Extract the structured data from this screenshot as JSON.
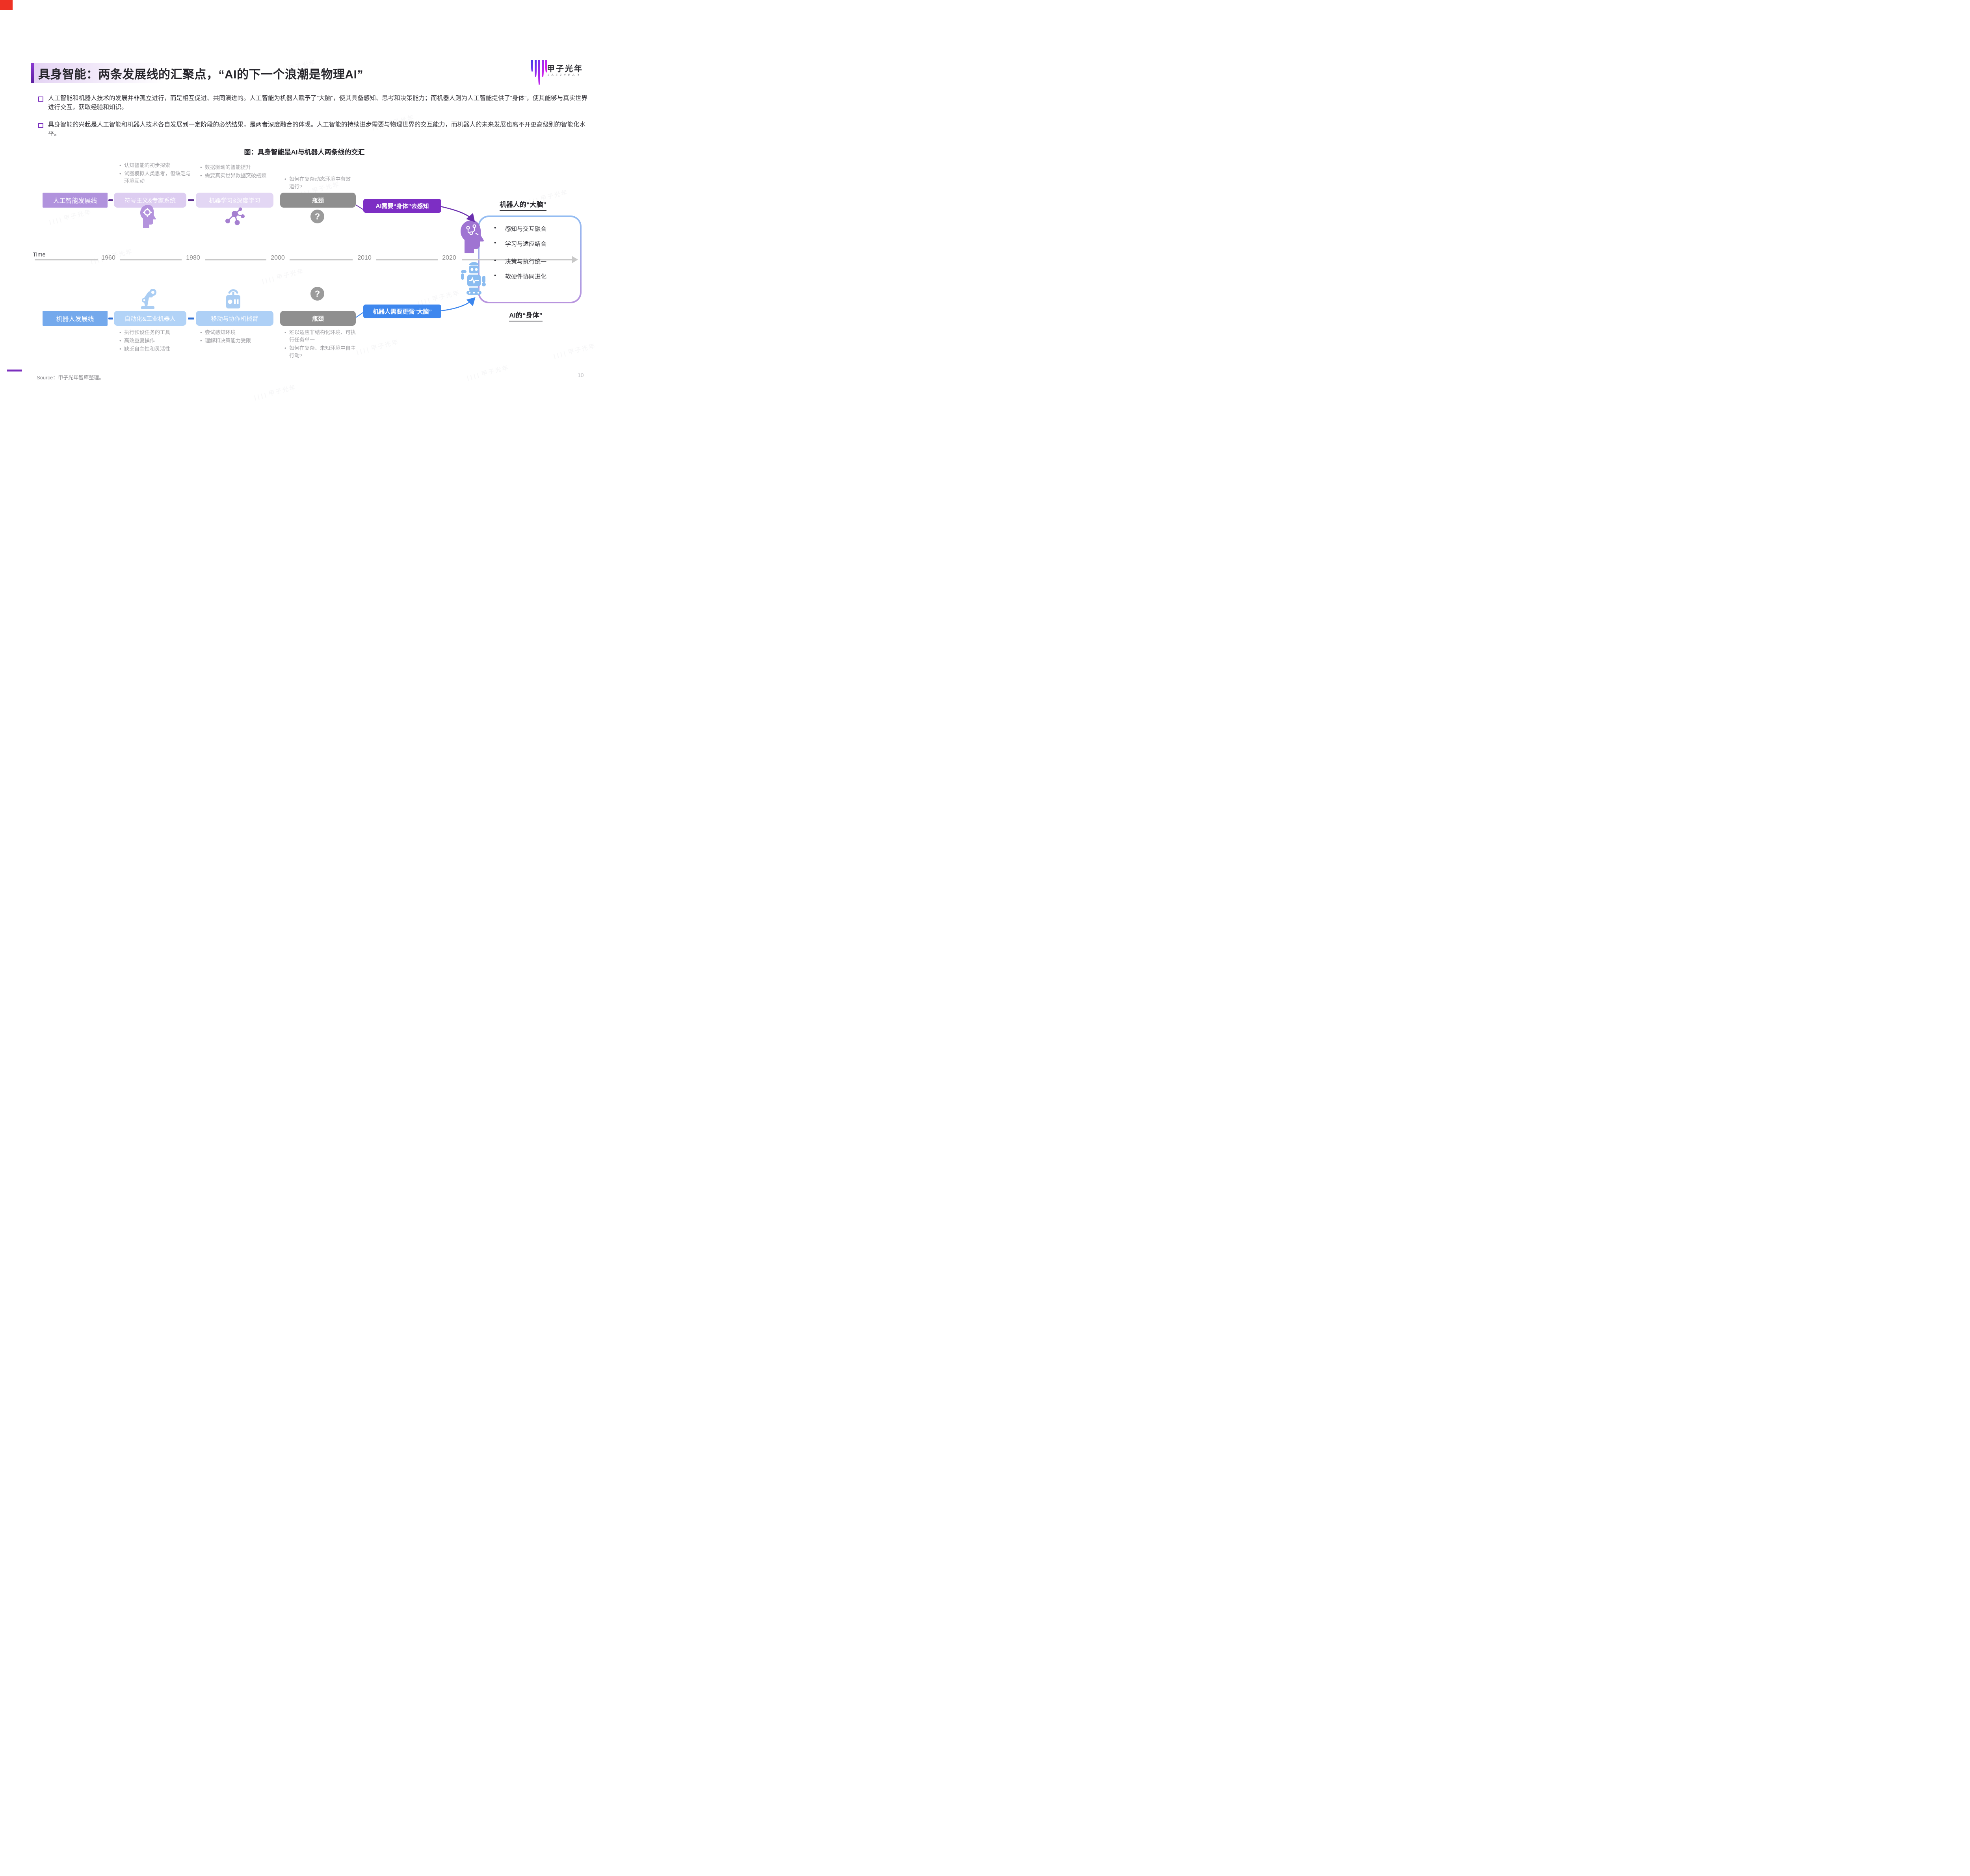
{
  "page": {
    "source": "Source：甲子光年智库整理。",
    "page_number": "10"
  },
  "brand": {
    "name": "甲子光年",
    "latin": "JAZZYEAR"
  },
  "watermark": {
    "text": "甲子光年"
  },
  "header": {
    "title": "具身智能：两条发展线的汇聚点，“AI的下一个浪潮是物理AI”",
    "accent_color": "#7b2fbe"
  },
  "intro": {
    "bullets": [
      "人工智能和机器人技术的发展并非孤立进行，而是相互促进、共同演进的。人工智能为机器人赋予了“大脑”，使其具备感知、思考和决策能力；而机器人则为人工智能提供了“身体”，使其能够与真实世界进行交互，获取经验和知识。",
      "具身智能的兴起是人工智能和机器人技术各自发展到一定阶段的必然结果，是两者深度融合的体现。人工智能的持续进步需要与物理世界的交互能力，而机器人的未来发展也离不开更高级别的智能化水平。"
    ]
  },
  "diagram": {
    "title": "图：具身智能是AI与机器人两条线的交汇",
    "timeline": {
      "label": "Time",
      "years": [
        "1960",
        "1980",
        "2000",
        "2010",
        "2020"
      ]
    },
    "ai_track": {
      "label": "人工智能发展线",
      "stage1": "符号主义&专家系统",
      "stage2": "机器学习&深度学习",
      "bottleneck": "瓶颈",
      "callout": "AI需要“身体”去感知",
      "notes1": [
        "认知智能的初步探索",
        "试图模拟人类思考，但缺乏与环境互动"
      ],
      "notes2": [
        "数据驱动的智能提升",
        "需要真实世界数据突破瓶颈"
      ],
      "notes3": [
        "如何在复杂动态环境中有效运行?"
      ]
    },
    "robot_track": {
      "label": "机器人发展线",
      "stage1": "自动化&工业机器人",
      "stage2": "移动与协作机械臂",
      "bottleneck": "瓶颈",
      "callout": "机器人需要更强“大脑”",
      "notes1": [
        "执行预设任务的工具",
        "高效重复操作",
        "缺乏自主性和灵活性"
      ],
      "notes2": [
        "尝试感知环境",
        "理解和决策能力受限"
      ],
      "notes3": [
        "难以适应非结构化环境、可执行任务单一",
        "如何在复杂、未知环境中自主行动?"
      ]
    },
    "convergence": {
      "top_label": "机器人的“大脑”",
      "bottom_label": "AI的“身体”",
      "bullets": [
        "感知与交互融合",
        "学习与适应结合",
        "决策与执行统一",
        "软硬件协同进化"
      ]
    },
    "icons": {
      "question_mark": "?"
    },
    "colors": {
      "ai_dark": "#7d2ec4",
      "ai_mid": "#b193dd",
      "ai_light": "#ddcdf1",
      "ai_lighter": "#e3d7f4",
      "robot_dark": "#3e87ee",
      "robot_mid": "#74a9ec",
      "robot_light": "#b2d3f7",
      "bottleneck_gray": "#8f8f8f"
    }
  }
}
